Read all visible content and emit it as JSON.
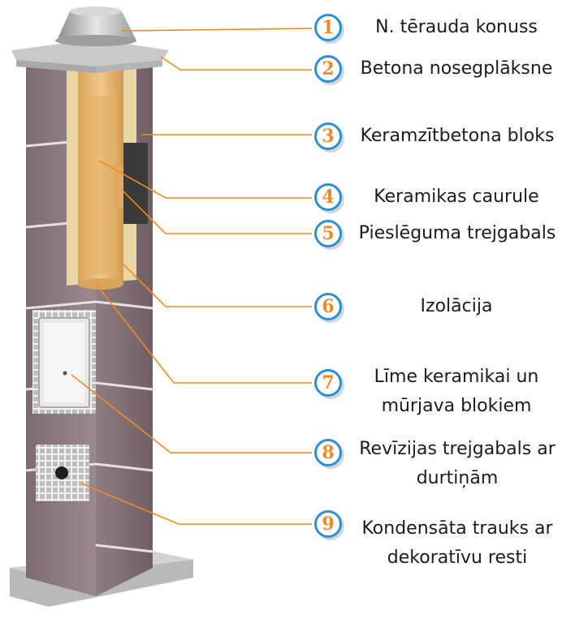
{
  "callouts": [
    {
      "num": "1",
      "label": [
        "N. tērauda konuss"
      ]
    },
    {
      "num": "2",
      "label": [
        "Betona nosegplāksne"
      ]
    },
    {
      "num": "3",
      "label": [
        "Keramzītbetona bloks"
      ]
    },
    {
      "num": "4",
      "label": [
        "Keramikas caurule"
      ]
    },
    {
      "num": "5",
      "label": [
        "Pieslēguma trejgabals"
      ]
    },
    {
      "num": "6",
      "label": [
        "Izolācija"
      ]
    },
    {
      "num": "7",
      "label": [
        "Līme keramikai un",
        "mūrjava blokiem"
      ]
    },
    {
      "num": "8",
      "label": [
        "Revīzijas trejgabals ar",
        "durtiņām"
      ]
    },
    {
      "num": "9",
      "label": [
        "Kondensāta trauks ar",
        "dekoratīvu resti"
      ]
    }
  ],
  "colors": {
    "badge_border": "#2b8fd0",
    "badge_number": "#f08a24",
    "leader_line": "#f08a24",
    "block": "#8c7a80",
    "insulation": "#e8d7a4",
    "ceramic_pipe": "#e7b66f"
  }
}
